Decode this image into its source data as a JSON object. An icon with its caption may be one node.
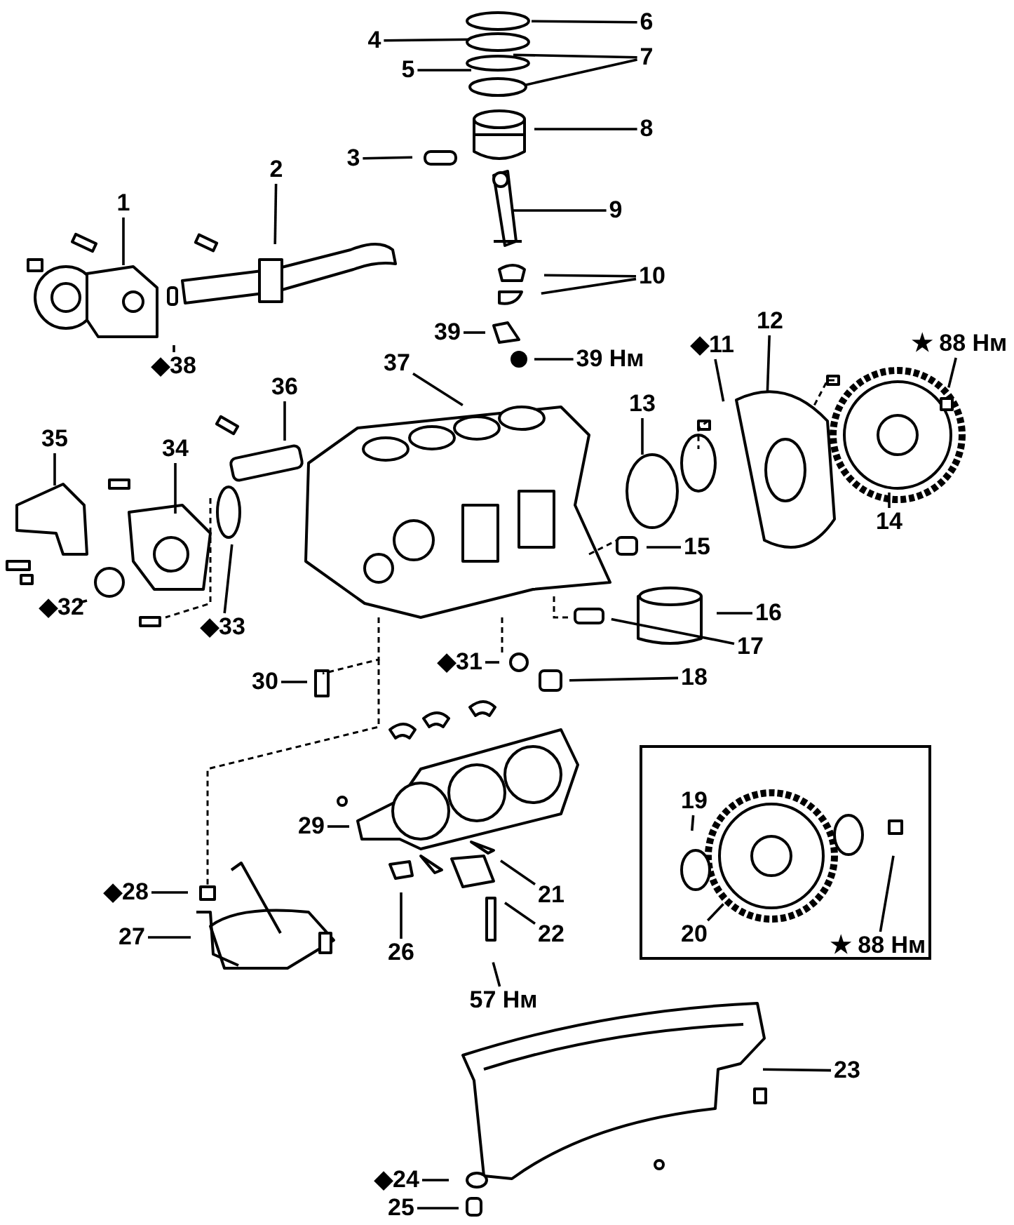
{
  "diagram": {
    "nodes": [
      {
        "text": [
          "1"
        ]
      },
      {
        "text": [
          "2"
        ]
      },
      {
        "text": [
          "3"
        ]
      },
      {
        "text": [
          "4"
        ]
      },
      {
        "text": [
          "5"
        ]
      },
      {
        "text": [
          "6"
        ]
      },
      {
        "text": [
          "7"
        ]
      },
      {
        "text": [
          "8"
        ]
      },
      {
        "text": [
          "9"
        ]
      },
      {
        "text": [
          "10"
        ]
      },
      {
        "text": [
          "39"
        ]
      },
      {
        "text": [
          "39 Нм"
        ]
      },
      {
        "text": [
          "◆11"
        ]
      },
      {
        "text": [
          "12"
        ]
      },
      {
        "text": [
          "★ 88 Нм"
        ]
      },
      {
        "text": [
          "13"
        ]
      },
      {
        "text": [
          "14"
        ]
      },
      {
        "text": [
          "15"
        ]
      },
      {
        "text": [
          "16"
        ]
      },
      {
        "text": [
          "17"
        ]
      },
      {
        "text": [
          "18"
        ]
      },
      {
        "text": [
          "◆31"
        ]
      },
      {
        "text": [
          "30"
        ]
      },
      {
        "text": [
          "37"
        ]
      },
      {
        "text": [
          "36"
        ]
      },
      {
        "text": [
          "35"
        ]
      },
      {
        "text": [
          "34"
        ]
      },
      {
        "text": [
          "◆32"
        ]
      },
      {
        "text": [
          "◆33"
        ]
      },
      {
        "text": [
          "◆38"
        ]
      },
      {
        "text": [
          "29"
        ]
      },
      {
        "text": [],
        "shape": "box"
      },
      {
        "text": [
          "19"
        ],
        "in": 31
      },
      {
        "text": [
          "20"
        ],
        "in": 31
      },
      {
        "text": [
          "★ 88 Нм"
        ],
        "in": 31
      },
      {
        "text": [
          "21"
        ]
      },
      {
        "text": [
          "22"
        ]
      },
      {
        "text": [
          "26"
        ]
      },
      {
        "text": [
          "◆28"
        ]
      },
      {
        "text": [
          "27"
        ]
      },
      {
        "text": [
          "57 Нм"
        ]
      },
      {
        "text": [
          "23"
        ]
      },
      {
        "text": [
          "◆24"
        ]
      },
      {
        "text": [
          "25"
        ]
      }
    ],
    "edges": [
      {
        "from": 0,
        "to": null,
        "arrow": "none"
      },
      {
        "from": 1,
        "to": null,
        "arrow": "none"
      },
      {
        "from": 2,
        "to": null,
        "arrow": "none"
      },
      {
        "from": 3,
        "to": null,
        "arrow": "none"
      },
      {
        "from": 4,
        "to": null,
        "arrow": "none"
      },
      {
        "from": 5,
        "to": null,
        "arrow": "none"
      },
      {
        "from": 6,
        "to": null,
        "arrow": "none"
      },
      {
        "from": 6,
        "to": null,
        "arrow": "none"
      },
      {
        "from": 7,
        "to": null,
        "arrow": "none"
      },
      {
        "from": 8,
        "to": null,
        "arrow": "none"
      },
      {
        "from": 9,
        "to": null,
        "arrow": "none"
      },
      {
        "from": 9,
        "to": null,
        "arrow": "none"
      },
      {
        "from": 10,
        "to": null,
        "arrow": "none"
      },
      {
        "from": 11,
        "to": null,
        "arrow": "none"
      },
      {
        "from": 12,
        "to": null,
        "arrow": "none"
      },
      {
        "from": 13,
        "to": null,
        "arrow": "none"
      },
      {
        "from": 14,
        "to": null,
        "arrow": "none"
      },
      {
        "from": 15,
        "to": null,
        "arrow": "none"
      },
      {
        "from": 16,
        "to": null,
        "arrow": "none"
      },
      {
        "from": 17,
        "to": null,
        "arrow": "none"
      },
      {
        "from": 18,
        "to": null,
        "arrow": "none"
      },
      {
        "from": 19,
        "to": null,
        "arrow": "none"
      },
      {
        "from": 20,
        "to": null,
        "arrow": "none"
      },
      {
        "from": 21,
        "to": null,
        "arrow": "none"
      },
      {
        "from": 22,
        "to": null,
        "arrow": "none"
      },
      {
        "from": 23,
        "to": null,
        "arrow": "none"
      },
      {
        "from": 24,
        "to": null,
        "arrow": "none"
      },
      {
        "from": 25,
        "to": null,
        "arrow": "none"
      },
      {
        "from": 26,
        "to": null,
        "arrow": "none"
      },
      {
        "from": 27,
        "to": null,
        "arrow": "none"
      },
      {
        "from": 28,
        "to": null,
        "arrow": "none"
      },
      {
        "from": 29,
        "to": null,
        "arrow": "none"
      },
      {
        "from": 30,
        "to": null,
        "arrow": "none"
      },
      {
        "from": 32,
        "to": null,
        "arrow": "none"
      },
      {
        "from": 33,
        "to": null,
        "arrow": "none"
      },
      {
        "from": 34,
        "to": null,
        "arrow": "none"
      },
      {
        "from": 35,
        "to": null,
        "arrow": "none"
      },
      {
        "from": 36,
        "to": null,
        "arrow": "none"
      },
      {
        "from": 37,
        "to": null,
        "arrow": "none"
      },
      {
        "from": 38,
        "to": null,
        "arrow": "none"
      },
      {
        "from": 39,
        "to": null,
        "arrow": "none"
      },
      {
        "from": 40,
        "to": null,
        "arrow": "none"
      },
      {
        "from": 41,
        "to": null,
        "arrow": "none"
      },
      {
        "from": 42,
        "to": null,
        "arrow": "none"
      },
      {
        "from": 43,
        "to": null,
        "arrow": "none"
      }
    ]
  }
}
